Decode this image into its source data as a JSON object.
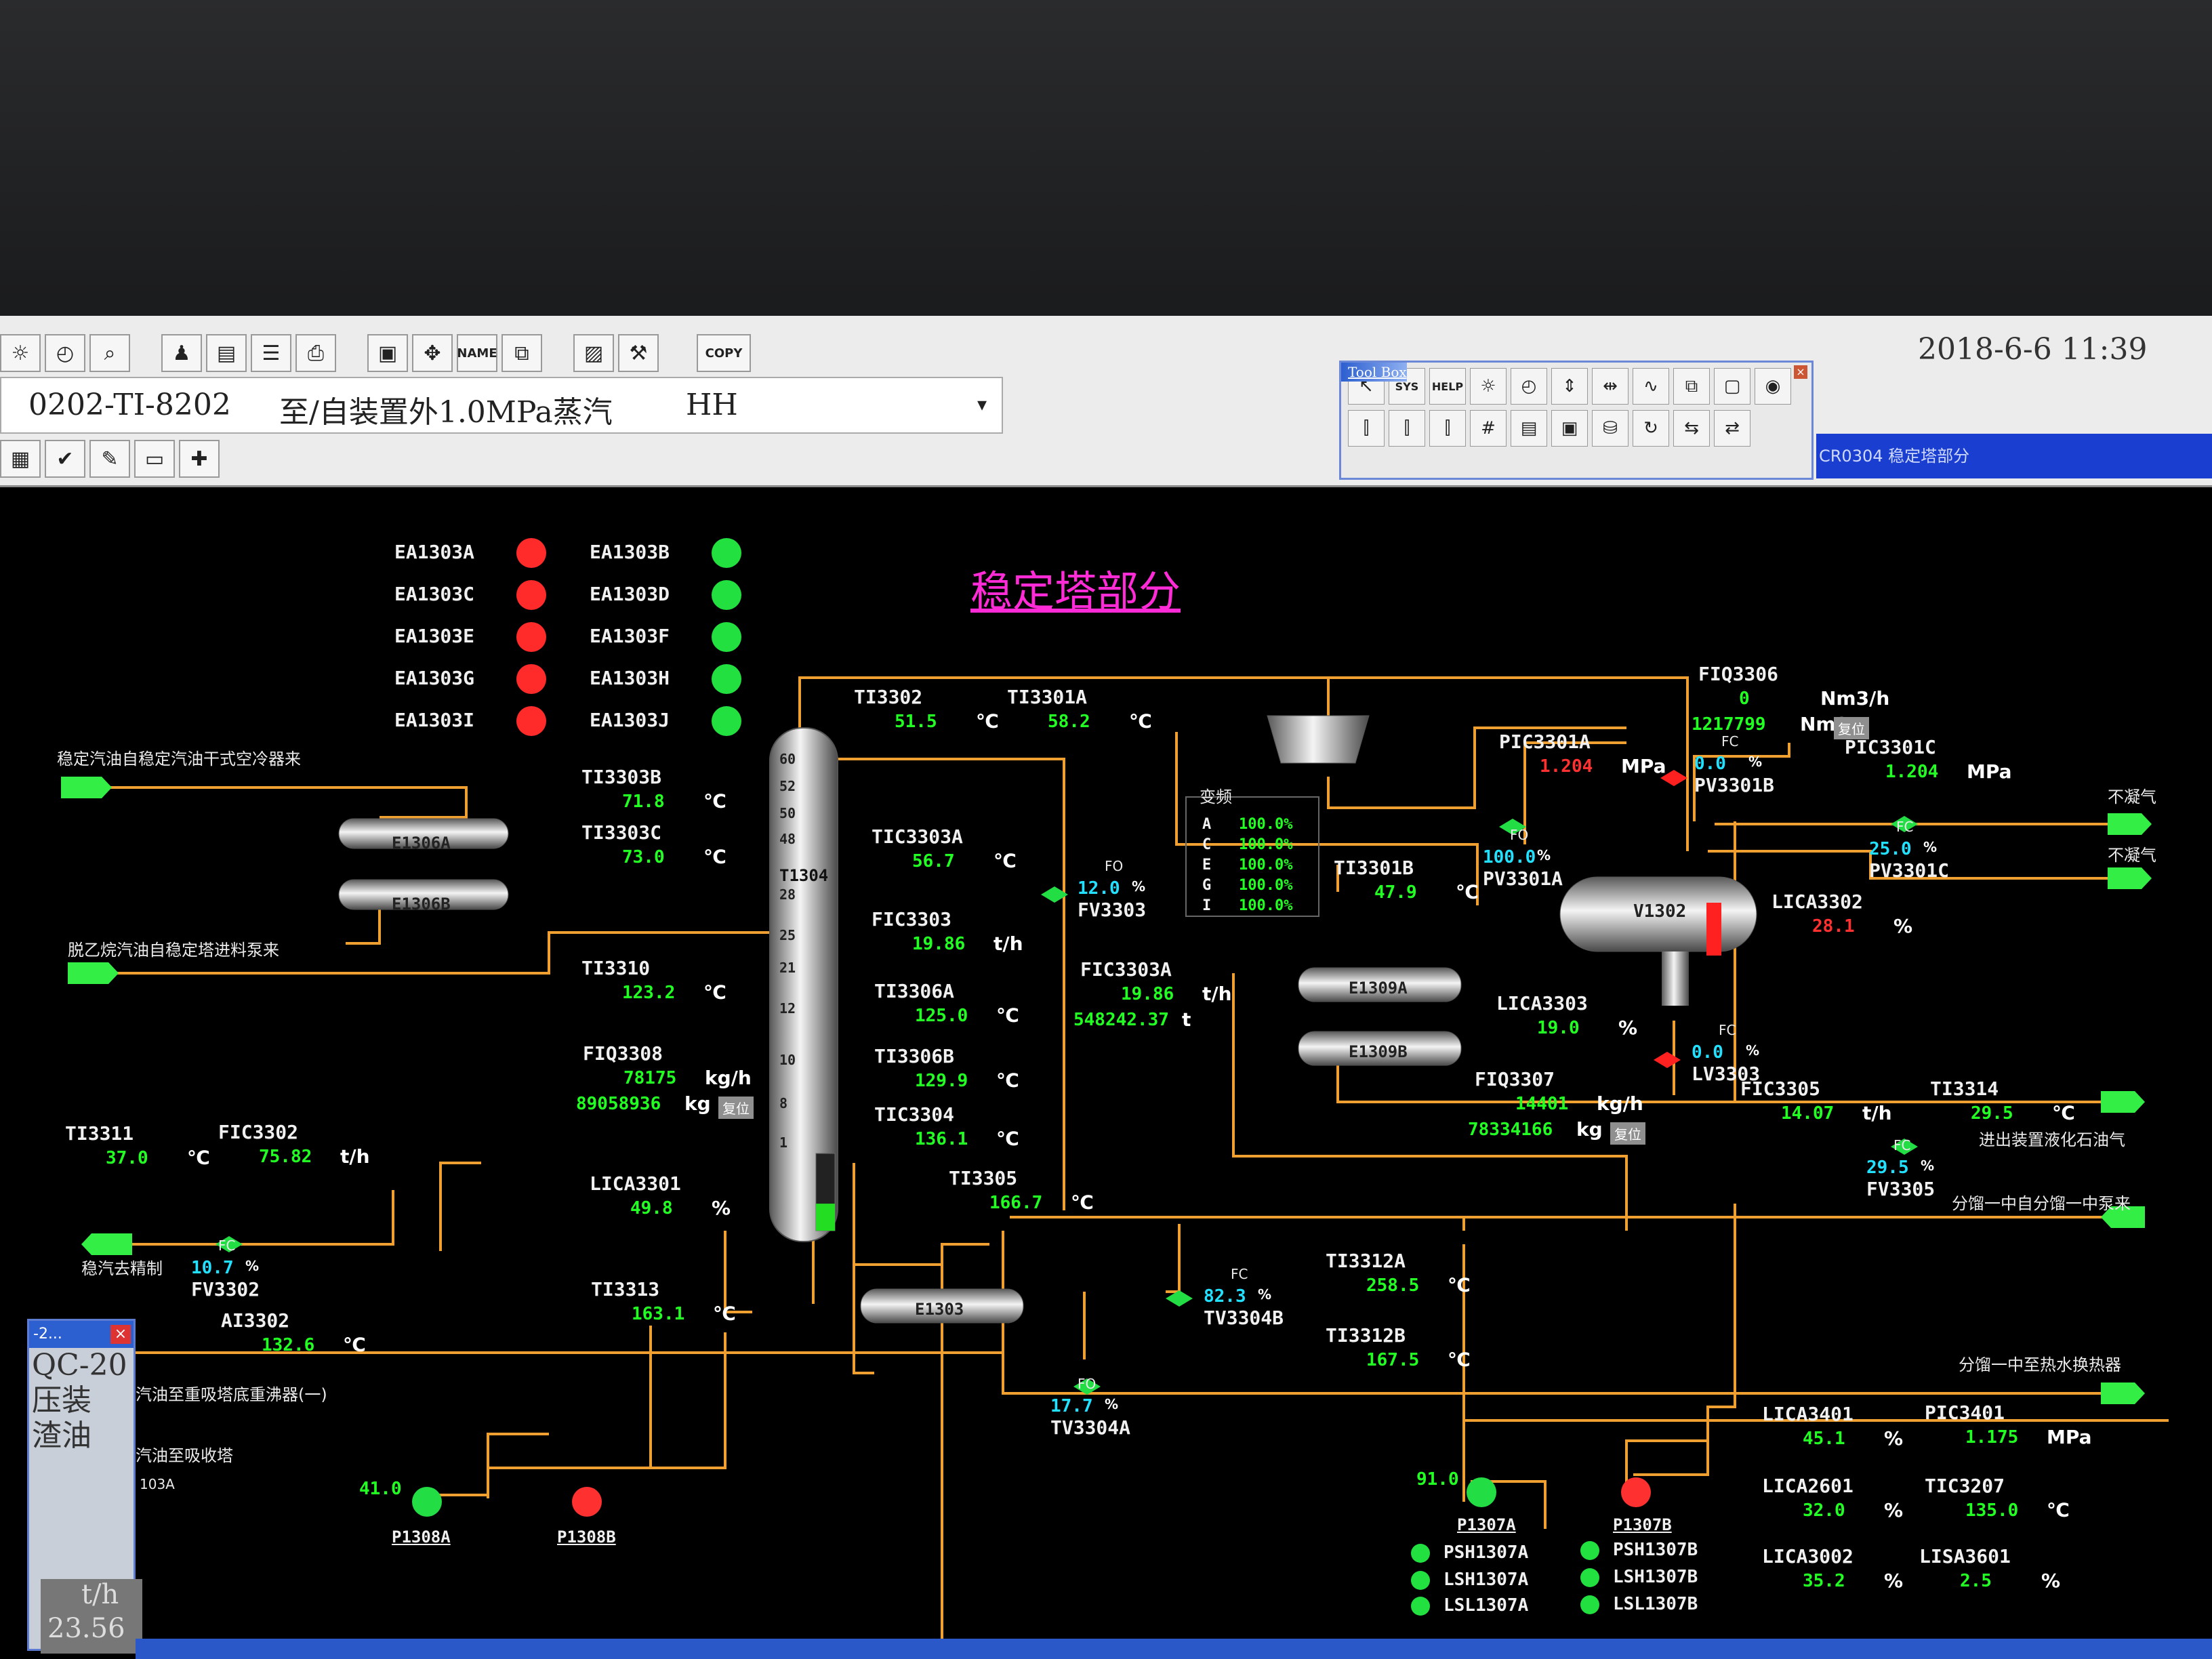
{
  "toolbar": {
    "copy_label": "COPY",
    "name_label": "NAME",
    "tag": "0202-TI-8202",
    "description": "至/自装置外1.0MPa蒸汽",
    "alarm": "HH",
    "datetime": "2018-6-6 11:39"
  },
  "toolbox": {
    "title": "Tool Box",
    "sys_label": "SYS",
    "help_label": "HELP",
    "close_glyph": "×"
  },
  "window_caption": "CR0304 稳定塔部分",
  "graphic": {
    "title": "稳定塔部分",
    "lamps": [
      {
        "tag": "EA1303A",
        "color": "#ff2a2a"
      },
      {
        "tag": "EA1303B",
        "color": "#22e040"
      },
      {
        "tag": "EA1303C",
        "color": "#ff2a2a"
      },
      {
        "tag": "EA1303D",
        "color": "#22e040"
      },
      {
        "tag": "EA1303E",
        "color": "#ff2a2a"
      },
      {
        "tag": "EA1303F",
        "color": "#22e040"
      },
      {
        "tag": "EA1303G",
        "color": "#ff2a2a"
      },
      {
        "tag": "EA1303H",
        "color": "#22e040"
      },
      {
        "tag": "EA1303I",
        "color": "#ff2a2a"
      },
      {
        "tag": "EA1303J",
        "color": "#22e040"
      }
    ],
    "streams": {
      "stab_gasoline_in": "稳定汽油自稳定汽油干式空冷器来",
      "deethanized_in": "脱乙烷汽油自稳定塔进料泵来",
      "to_refining": "稳汽去精制",
      "dry_gas_1": "不凝气",
      "dry_gas_2": "不凝气",
      "to_lpg": "进出装置液化石油气",
      "mid_return": "分馏一中自分馏一中泵来",
      "mid_exchanger": "分馏一中至热水换热器",
      "absorber_reboiler": "汽油至重吸塔底重沸器(一)",
      "absorber": "汽油至吸收塔",
      "p103a": "103A"
    },
    "equipment": {
      "e1306a": "E1306A",
      "e1306b": "E1306B",
      "t1304": "T1304",
      "e1303": "E1303",
      "e1309a": "E1309A",
      "e1309b": "E1309B",
      "v1302": "V1302",
      "p1308a": "P1308A",
      "p1308b": "P1308B",
      "p1307a": "P1307A",
      "p1307b": "P1307B",
      "tray_labels": [
        "60",
        "52",
        "50",
        "48",
        "28",
        "25",
        "21",
        "12",
        "10",
        "8",
        "1"
      ]
    },
    "column_level_fraction": 0.35,
    "instruments": {
      "ti3302": {
        "tag": "TI3302",
        "value": "51.5",
        "unit": "℃"
      },
      "ti3301a": {
        "tag": "TI3301A",
        "value": "58.2",
        "unit": "℃"
      },
      "ti3303b": {
        "tag": "TI3303B",
        "value": "71.8",
        "unit": "℃"
      },
      "ti3303c": {
        "tag": "TI3303C",
        "value": "73.0",
        "unit": "℃"
      },
      "ti3310": {
        "tag": "TI3310",
        "value": "123.2",
        "unit": "℃"
      },
      "fiq3308": {
        "tag": "FIQ3308",
        "value": "78175",
        "unit": "kg/h",
        "total": "89058936",
        "total_unit": "kg",
        "reset": "复位"
      },
      "ti3311": {
        "tag": "TI3311",
        "value": "37.0",
        "unit": "℃"
      },
      "fic3302": {
        "tag": "FIC3302",
        "value": "75.82",
        "unit": "t/h"
      },
      "fv3302": {
        "tag": "FV3302",
        "value": "10.7",
        "unit": "%",
        "fail": "FC"
      },
      "lica3301": {
        "tag": "LICA3301",
        "value": "49.8",
        "unit": "%"
      },
      "ti3313": {
        "tag": "TI3313",
        "value": "163.1",
        "unit": "℃"
      },
      "ai3302": {
        "tag": "AI3302",
        "value": "132.6",
        "unit": "℃"
      },
      "tic3303a": {
        "tag": "TIC3303A",
        "value": "56.7",
        "unit": "℃"
      },
      "fic3303": {
        "tag": "FIC3303",
        "value": "19.86",
        "unit": "t/h"
      },
      "ti3306a": {
        "tag": "TI3306A",
        "value": "125.0",
        "unit": "℃"
      },
      "ti3306b": {
        "tag": "TI3306B",
        "value": "129.9",
        "unit": "℃"
      },
      "tic3304": {
        "tag": "TIC3304",
        "value": "136.1",
        "unit": "℃"
      },
      "ti3305": {
        "tag": "TI3305",
        "value": "166.7",
        "unit": "℃"
      },
      "fv3303": {
        "tag": "FV3303",
        "value": "12.0",
        "unit": "%",
        "fail": "FO"
      },
      "fic3303a": {
        "tag": "FIC3303A",
        "value": "19.86",
        "unit": "t/h",
        "total": "548242.37",
        "total_unit": "t"
      },
      "tv3304b": {
        "tag": "TV3304B",
        "value": "82.3",
        "unit": "%",
        "fail": "FC"
      },
      "tv3304a": {
        "tag": "TV3304A",
        "value": "17.7",
        "unit": "%",
        "fail": "FO"
      },
      "ti3312a": {
        "tag": "TI3312A",
        "value": "258.5",
        "unit": "℃"
      },
      "ti3312b": {
        "tag": "TI3312B",
        "value": "167.5",
        "unit": "℃"
      },
      "ti3301b": {
        "tag": "TI3301B",
        "value": "47.9",
        "unit": "℃"
      },
      "pic3301a": {
        "tag": "PIC3301A",
        "value": "1.204",
        "unit": "MPa"
      },
      "pic3301c": {
        "tag": "PIC3301C",
        "value": "1.204",
        "unit": "MPa"
      },
      "pv3301b": {
        "tag": "PV3301B",
        "value": "0.0",
        "unit": "%",
        "fail": "FC"
      },
      "pv3301a": {
        "tag": "PV3301A",
        "value": "100.0",
        "unit": "%",
        "fail": "FO"
      },
      "pv3301c": {
        "tag": "PV3301C",
        "value": "25.0",
        "unit": "%",
        "fail": "FC"
      },
      "fiq3306": {
        "tag": "FIQ3306",
        "value": "0",
        "unit": "Nm3/h",
        "total": "1217799",
        "total_unit": "Nm3",
        "reset": "复位"
      },
      "lica3302": {
        "tag": "LICA3302",
        "value": "28.1",
        "unit": "%"
      },
      "lica3303": {
        "tag": "LICA3303",
        "value": "19.0",
        "unit": "%"
      },
      "lv3303": {
        "tag": "LV3303",
        "value": "0.0",
        "unit": "%",
        "fail": "FC"
      },
      "fiq3307": {
        "tag": "FIQ3307",
        "value": "14401",
        "unit": "kg/h",
        "total": "78334166",
        "total_unit": "kg",
        "reset": "复位"
      },
      "fic3305": {
        "tag": "FIC3305",
        "value": "14.07",
        "unit": "t/h"
      },
      "ti3314": {
        "tag": "TI3314",
        "value": "29.5",
        "unit": "℃"
      },
      "fv3305": {
        "tag": "FV3305",
        "value": "29.5",
        "unit": "%",
        "fail": "FC"
      },
      "lica3401": {
        "tag": "LICA3401",
        "value": "45.1",
        "unit": "%"
      },
      "pic3401": {
        "tag": "PIC3401",
        "value": "1.175",
        "unit": "MPa"
      },
      "lica2601": {
        "tag": "LICA2601",
        "value": "32.0",
        "unit": "%"
      },
      "tic3207": {
        "tag": "TIC3207",
        "value": "135.0",
        "unit": "℃"
      },
      "lica3002": {
        "tag": "LICA3002",
        "value": "35.2",
        "unit": "%"
      },
      "lisa3601": {
        "tag": "LISA3601",
        "value": "2.5",
        "unit": "%"
      },
      "p1308a_flow": "41.0",
      "p1307a_flow": "91.0"
    },
    "analyzer": {
      "title": "变频",
      "rows": [
        {
          "k": "A",
          "v": "100.0%"
        },
        {
          "k": "C",
          "v": "100.0%"
        },
        {
          "k": "E",
          "v": "100.0%"
        },
        {
          "k": "G",
          "v": "100.0%"
        },
        {
          "k": "I",
          "v": "100.0%"
        }
      ]
    },
    "pump_status": [
      {
        "tag": "PSH1307A"
      },
      {
        "tag": "LSH1307A"
      },
      {
        "tag": "LSL1307A"
      },
      {
        "tag": "PSH1307B"
      },
      {
        "tag": "LSH1307B"
      },
      {
        "tag": "LSL1307B"
      }
    ]
  },
  "side_window": {
    "title": "-2...",
    "close": "×",
    "lines": [
      "QC-20",
      "压装",
      "渣油"
    ],
    "bottom_unit": "t/h",
    "bottom_value": "23.56"
  }
}
